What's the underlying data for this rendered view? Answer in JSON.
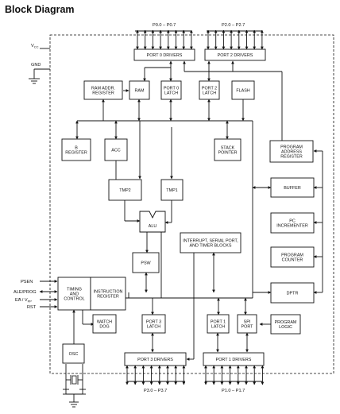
{
  "title": "Block Diagram",
  "blocks": [
    {
      "id": "port0_drivers",
      "lines": [
        "PORT 0  DRIVERS"
      ]
    },
    {
      "id": "port2_drivers",
      "lines": [
        "PORT 2  DRIVERS"
      ]
    },
    {
      "id": "ram_addr_register",
      "lines": [
        "RAM ADDR.",
        "REGISTER"
      ]
    },
    {
      "id": "ram",
      "lines": [
        "RAM"
      ]
    },
    {
      "id": "port0_latch",
      "lines": [
        "PORT 0",
        "LATCH"
      ]
    },
    {
      "id": "port2_latch",
      "lines": [
        "PORT 2",
        "LATCH"
      ]
    },
    {
      "id": "flash",
      "lines": [
        "FLASH"
      ]
    },
    {
      "id": "b_register",
      "lines": [
        "B",
        "REGISTER"
      ]
    },
    {
      "id": "acc",
      "lines": [
        "ACC"
      ]
    },
    {
      "id": "stack_pointer",
      "lines": [
        "STACK",
        "POINTER"
      ]
    },
    {
      "id": "program_address_register",
      "lines": [
        "PROGRAM",
        "ADDRESS",
        "REGISTER"
      ]
    },
    {
      "id": "tmp2",
      "lines": [
        "TMP2"
      ]
    },
    {
      "id": "tmp1",
      "lines": [
        "TMP1"
      ]
    },
    {
      "id": "buffer",
      "lines": [
        "BUFFER"
      ]
    },
    {
      "id": "alu",
      "lines": [
        "ALU"
      ]
    },
    {
      "id": "pc_incrementer",
      "lines": [
        "PC",
        "INCREMENTER"
      ]
    },
    {
      "id": "interrupt_block",
      "lines": [
        "INTERRUPT, SERIAL PORT,",
        "AND TIMER BLOCKS"
      ]
    },
    {
      "id": "psw",
      "lines": [
        "PSW"
      ]
    },
    {
      "id": "program_counter",
      "lines": [
        "PROGRAM",
        "COUNTER"
      ]
    },
    {
      "id": "timing_control",
      "lines": [
        "TIMING",
        "AND",
        "CONTROL"
      ]
    },
    {
      "id": "instruction_register",
      "lines": [
        "INSTRUCTION",
        "REGISTER"
      ]
    },
    {
      "id": "dptr",
      "lines": [
        "DPTR"
      ]
    },
    {
      "id": "watch_dog",
      "lines": [
        "WATCH",
        "DOG"
      ]
    },
    {
      "id": "port3_latch",
      "lines": [
        "PORT 3",
        "LATCH"
      ]
    },
    {
      "id": "port1_latch",
      "lines": [
        "PORT 1",
        "LATCH"
      ]
    },
    {
      "id": "spi_port",
      "lines": [
        "SPI",
        "PORT"
      ]
    },
    {
      "id": "program_logic",
      "lines": [
        "PROGRAM",
        "LOGIC"
      ]
    },
    {
      "id": "osc",
      "lines": [
        "OSC"
      ]
    },
    {
      "id": "port3_drivers",
      "lines": [
        "PORT 3  DRIVERS"
      ]
    },
    {
      "id": "port1_drivers",
      "lines": [
        "PORT 1  DRIVERS"
      ]
    }
  ],
  "labels": {
    "p0": "P0.0 – P0.7",
    "p2": "P2.0 – P2.7",
    "p3": "P3.0 – P3.7",
    "p1": "P1.0 – P1.7",
    "vcc": "V",
    "vcc_sub": "CC",
    "gnd": "GND",
    "psen": "PSEN",
    "ale": "ALE/PROG",
    "ea": "EA",
    "ea_vpp": " / V",
    "ea_vpp_sub": "PP",
    "rst": "RST"
  }
}
